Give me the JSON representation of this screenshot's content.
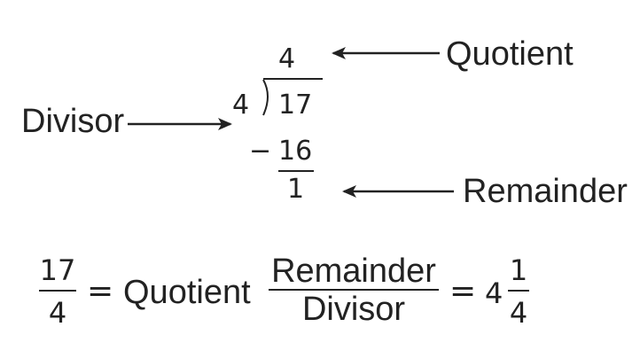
{
  "division": {
    "quotient": "4",
    "divisor": "4",
    "dividend": "17",
    "minus": "−",
    "subtracted": "16",
    "remainder": "1"
  },
  "labels": {
    "quotient": "Quotient",
    "divisor": "Divisor",
    "remainder": "Remainder"
  },
  "formula": {
    "lhs_numerator": "17",
    "lhs_denominator": "4",
    "equals": "=",
    "quotient_word": "Quotient",
    "frac_numerator": "Remainder",
    "frac_denominator": "Divisor",
    "whole": "4",
    "mixed_numerator": "1",
    "mixed_denominator": "4"
  },
  "icons": [
    "arrow-left-icon",
    "arrow-right-icon"
  ],
  "colors": {
    "ink": "#222222",
    "background": "#ffffff"
  }
}
